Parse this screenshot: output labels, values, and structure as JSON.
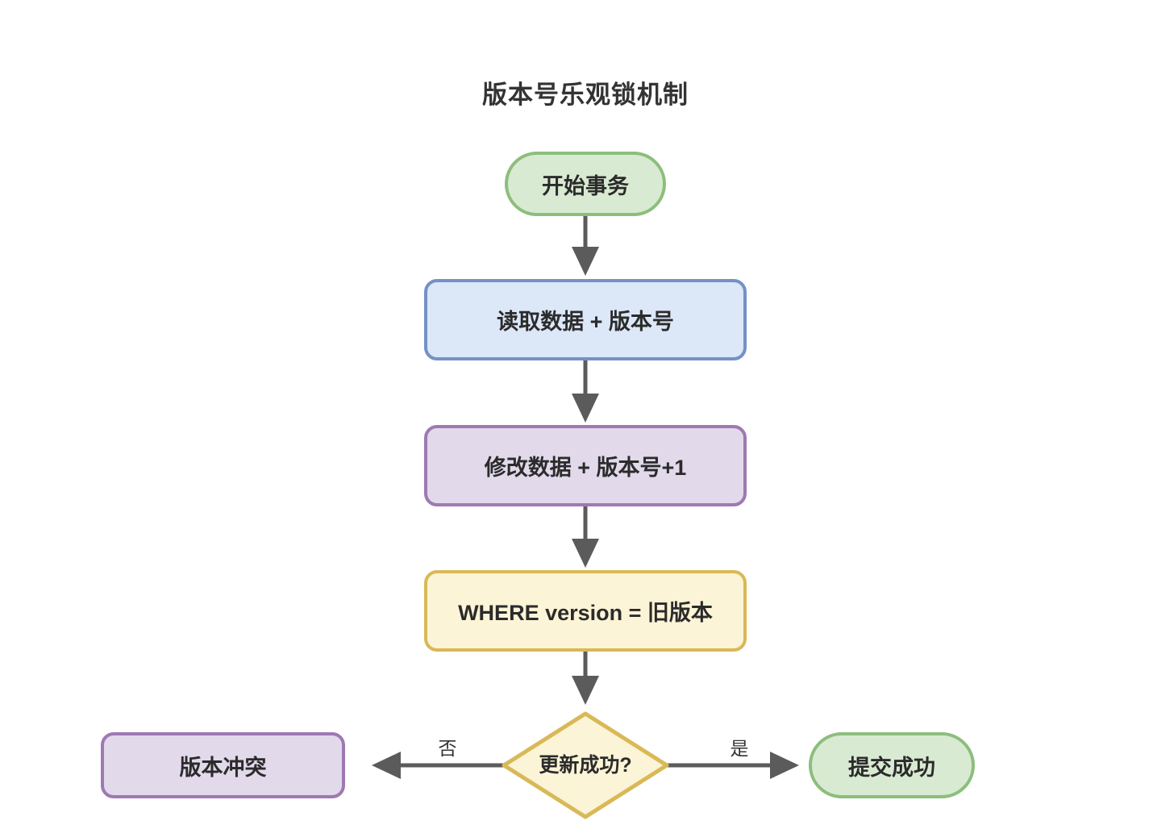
{
  "title": "版本号乐观锁机制",
  "nodes": {
    "start": {
      "label": "开始事务",
      "shape": "pill",
      "theme": "green"
    },
    "read": {
      "label": "读取数据 + 版本号",
      "shape": "rect",
      "theme": "blue"
    },
    "modify": {
      "label": "修改数据 + 版本号+1",
      "shape": "rect",
      "theme": "purple"
    },
    "where": {
      "label": "WHERE version = 旧版本",
      "shape": "rect",
      "theme": "yellow"
    },
    "decision": {
      "label": "更新成功?",
      "shape": "diamond",
      "theme": "yellow"
    },
    "conflict": {
      "label": "版本冲突",
      "shape": "rect",
      "theme": "purple"
    },
    "success": {
      "label": "提交成功",
      "shape": "pill",
      "theme": "green"
    }
  },
  "edges": [
    {
      "from": "start",
      "to": "read",
      "label": ""
    },
    {
      "from": "read",
      "to": "modify",
      "label": ""
    },
    {
      "from": "modify",
      "to": "where",
      "label": ""
    },
    {
      "from": "where",
      "to": "decision",
      "label": ""
    },
    {
      "from": "decision",
      "to": "conflict",
      "label": "否"
    },
    {
      "from": "decision",
      "to": "success",
      "label": "是"
    }
  ],
  "palette": {
    "green_fill": "#d9ead3",
    "green_border": "#8cbe7c",
    "blue_fill": "#dce7f8",
    "blue_border": "#7591c4",
    "purple_fill": "#e2d9eb",
    "purple_border": "#9e79b2",
    "yellow_fill": "#fcf4d6",
    "yellow_border": "#d9b957",
    "arrow": "#5b5b5b",
    "text": "#2b2b2b"
  }
}
